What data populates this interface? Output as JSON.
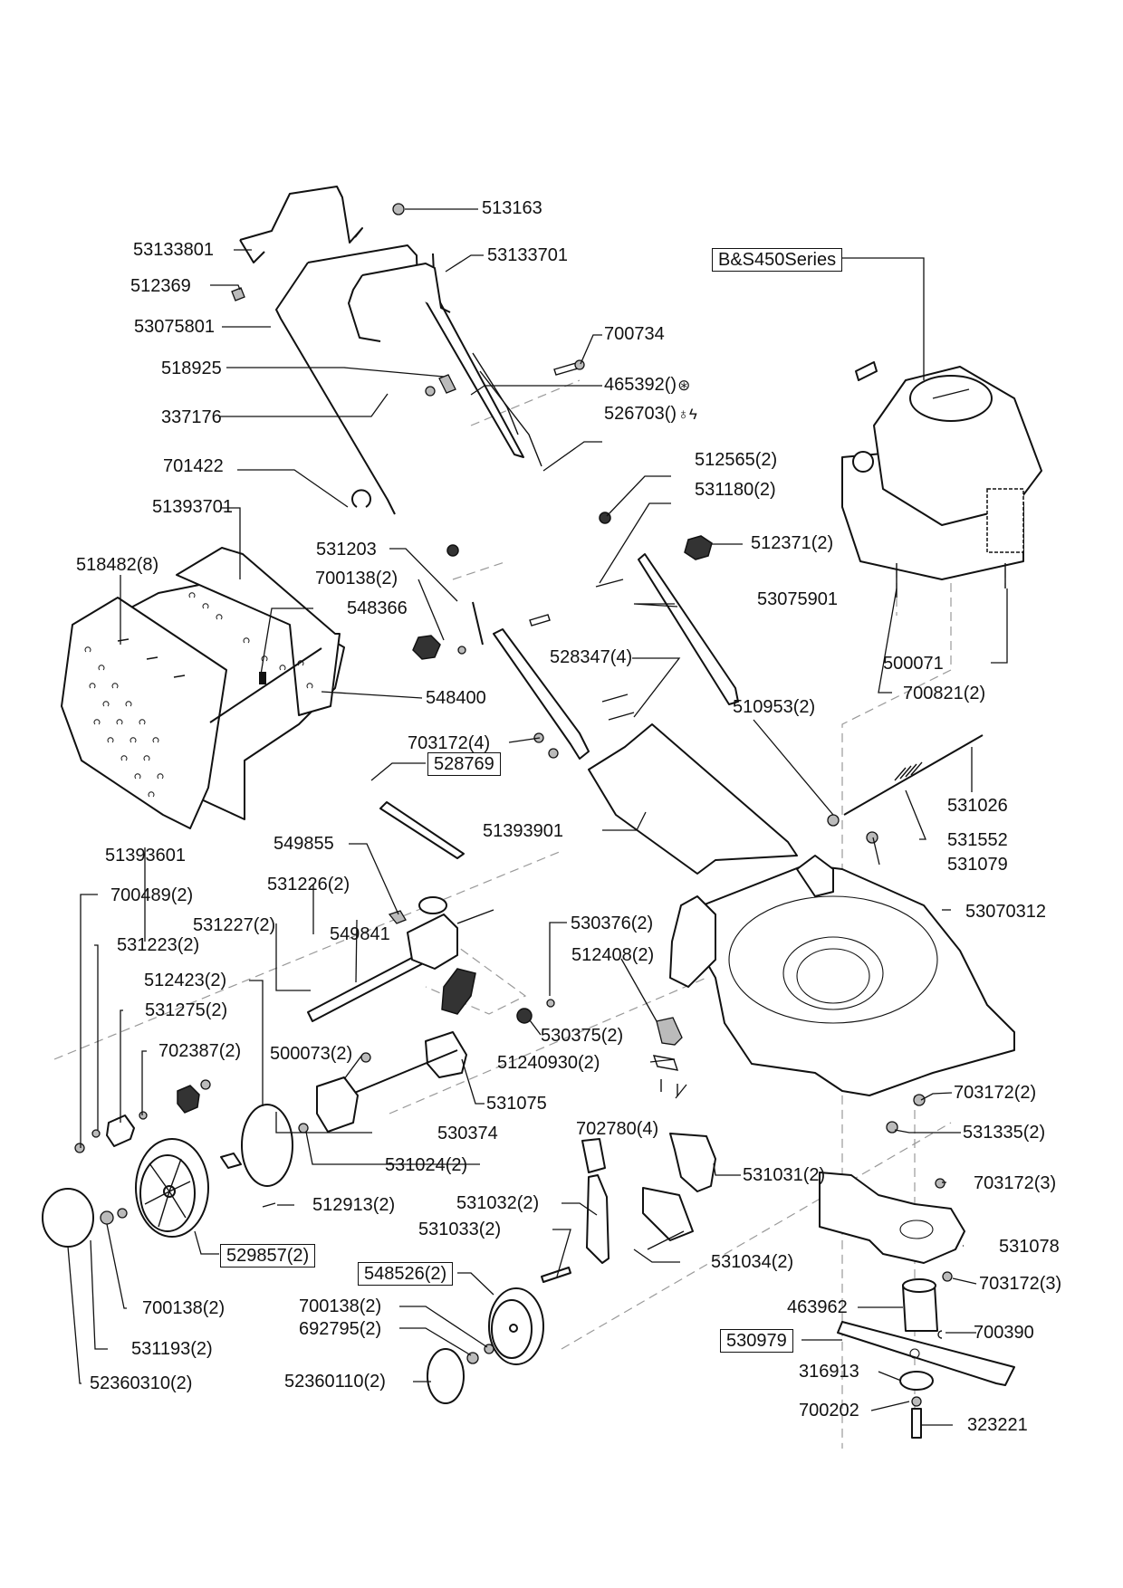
{
  "diagram": {
    "title": "Lawn mower exploded parts diagram",
    "engine_label": "B&S450Series",
    "labels": {
      "p513163": "513163",
      "p53133801": "53133801",
      "p53133701": "53133701",
      "p512369": "512369",
      "p53075801": "53075801",
      "p700734": "700734",
      "p518925": "518925",
      "p465392": "465392()",
      "p337176": "337176",
      "p526703": "526703()",
      "p701422": "701422",
      "p512565": "512565(2)",
      "p531180": "531180(2)",
      "p51393701": "51393701",
      "p531203": "531203",
      "p512371": "512371(2)",
      "p518482": "518482(8)",
      "p700138a": "700138(2)",
      "p548366": "548366",
      "p53075901": "53075901",
      "p528347": "528347(4)",
      "p500071": "500071",
      "p700821": "700821(2)",
      "p548400": "548400",
      "p510953": "510953(2)",
      "p703172a": "703172(4)",
      "p528769": "528769",
      "p531026": "531026",
      "p51393901": "51393901",
      "p531552": "531552",
      "p51393601": "51393601",
      "p549855": "549855",
      "p531079": "531079",
      "p700489": "700489(2)",
      "p531226": "531226(2)",
      "p53070312": "53070312",
      "p531227": "531227(2)",
      "p530376": "530376(2)",
      "p531223": "531223(2)",
      "p549841": "549841",
      "p512408": "512408(2)",
      "p512423": "512423(2)",
      "p531275": "531275(2)",
      "p500073": "500073(2)",
      "p530375": "530375(2)",
      "p702387": "702387(2)",
      "p51240930": "51240930(2)",
      "p531075": "531075",
      "p703172b": "703172(2)",
      "p702780": "702780(4)",
      "p530374": "530374",
      "p531335": "531335(2)",
      "p531024": "531024(2)",
      "p531031": "531031(2)",
      "p703172c": "703172(3)",
      "p512913": "512913(2)",
      "p531032": "531032(2)",
      "p529857": "529857(2)",
      "p531078": "531078",
      "p531033": "531033(2)",
      "p531034": "531034(2)",
      "p703172d": "703172(3)",
      "p548526": "548526(2)",
      "p700138b": "700138(2)",
      "p463962": "463962",
      "p700138c": "700138(2)",
      "p700390": "700390",
      "p692795": "692795(2)",
      "p530979": "530979",
      "p531193": "531193(2)",
      "p52360110": "52360110(2)",
      "p316913": "316913",
      "p52360310": "52360310(2)",
      "p700202": "700202",
      "p323221": "323221"
    },
    "symbols": {
      "p465392": "⊛",
      "p526703": "♁ϟ"
    },
    "icon_names": {
      "p465392": "brake-cable-icon",
      "p526703": "engine-start-icon"
    }
  }
}
